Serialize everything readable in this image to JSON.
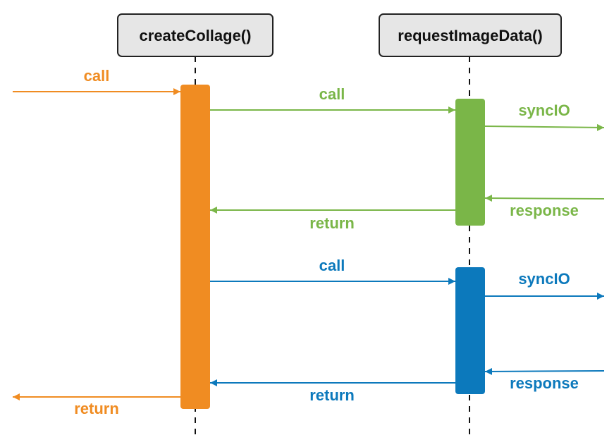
{
  "colors": {
    "orange": "#F08C22",
    "green": "#7AB648",
    "blue": "#0C79BC",
    "header_fill": "#E6E6E6",
    "header_stroke": "#222222"
  },
  "participants": [
    {
      "id": "createCollage",
      "label": "createCollage()"
    },
    {
      "id": "requestImageData",
      "label": "requestImageData()"
    }
  ],
  "messages": {
    "incoming_call": "call",
    "outgoing_return": "return",
    "green_call": "call",
    "green_return": "return",
    "green_syncio": "syncIO",
    "green_response": "response",
    "blue_call": "call",
    "blue_return": "return",
    "blue_syncio": "syncIO",
    "blue_response": "response"
  }
}
